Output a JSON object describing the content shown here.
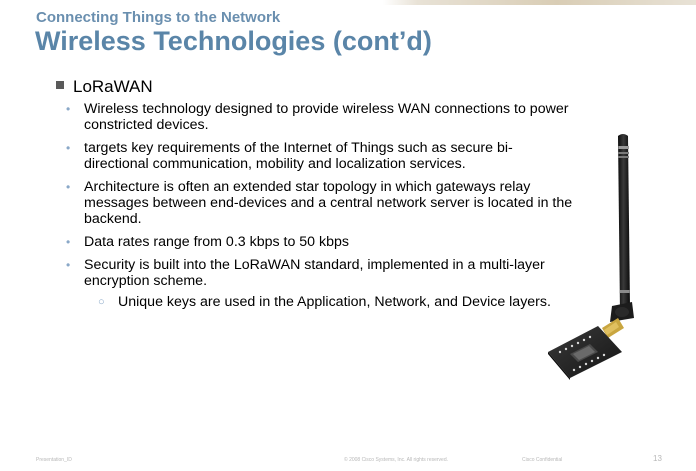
{
  "header": {
    "subtitle": "Connecting Things to the Network",
    "title": "Wireless Technologies (cont’d)"
  },
  "content": {
    "heading": "LoRaWAN",
    "bullets": [
      "Wireless technology designed to provide wireless WAN connections to power constricted devices.",
      "targets key requirements of the Internet of Things such as secure bi-directional communication, mobility and localization services.",
      "Architecture is often an extended star topology in which gateways relay messages between end-devices and a central network server is located in the backend.",
      "Data rates range from 0.3 kbps to 50 kbps",
      "Security is built into the LoRaWAN standard, implemented in a multi-layer encryption scheme."
    ],
    "subbullet": "Unique keys are used in the Application, Network, and Device layers."
  },
  "image": {
    "icon": "lorawan-antenna-module-image"
  },
  "footer": {
    "left": "Presentation_ID",
    "copyright": "© 2008 Cisco Systems, Inc. All rights reserved.",
    "confidential": "Cisco Confidential",
    "page": "13"
  }
}
